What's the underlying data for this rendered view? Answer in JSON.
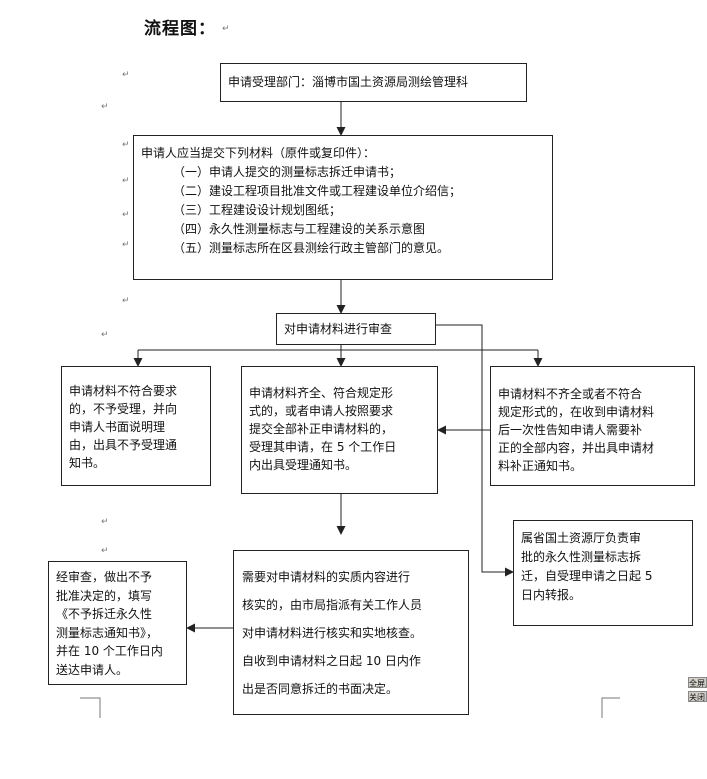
{
  "title": "流程图：",
  "nodes": {
    "dept": "申请受理部门：淄博市国土资源局测绘管理科",
    "materials": {
      "heading": "申请人应当提交下列材料（原件或复印件）：",
      "items": [
        "（一）申请人提交的测量标志拆迁申请书；",
        "（二）建设工程项目批准文件或工程建设单位介绍信；",
        "（三）工程建设设计规划图纸；",
        "（四）永久性测量标志与工程建设的关系示意图",
        "（五）测量标志所在区县测绘行政主管部门的意见。"
      ]
    },
    "review": "对申请材料进行审查",
    "reject": [
      "申请材料不符合要求",
      "的，不予受理，并向",
      "申请人书面说明理",
      "由，出具不予受理通",
      "知书。"
    ],
    "accept": [
      "申请材料齐全、符合规定形",
      "式的，或者申请人按照要求",
      "提交全部补正申请材料的，",
      "受理其申请，在 5 个工作日",
      "内出具受理通知书。"
    ],
    "incomplete": [
      "申请材料不齐全或者不符合",
      "规定形式的，在收到申请材料",
      "后一次性告知申请人需要补",
      "正的全部内容，并出具申请材",
      "料补正通知书。"
    ],
    "province": [
      "属省国土资源厅负责审",
      "批的永久性测量标志拆",
      "迁，自受理申请之日起 5",
      "日内转报。"
    ],
    "verify": [
      "需要对申请材料的实质内容进行",
      "核实的，由市局指派有关工作人员",
      "对申请材料进行核实和实地核查。",
      "自收到申请材料之日起 10 日内作",
      "出是否同意拆迁的书面决定。"
    ],
    "notice": [
      "经审查，做出不予",
      "批准决定的，填写",
      "《不予拆迁永久性",
      "测量标志通知书》，",
      "并在 10 个工作日内",
      "送达申请人。"
    ]
  },
  "toolbar": {
    "btn1": "全屏显示",
    "btn2": "关闭"
  }
}
